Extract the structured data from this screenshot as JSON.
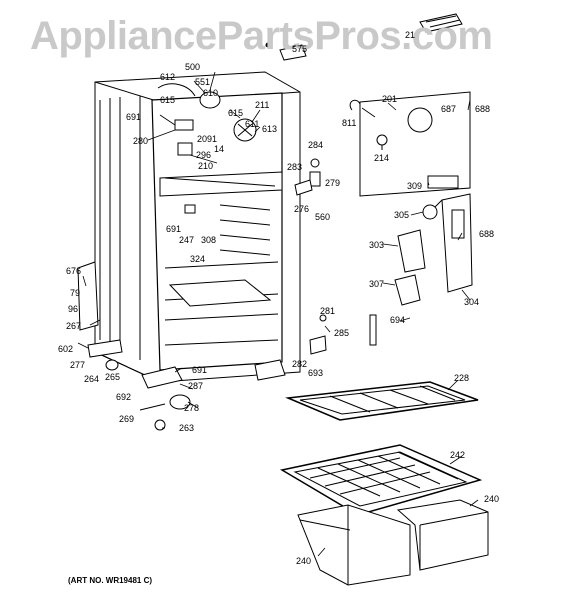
{
  "watermark": "AppliancePartsPros.com",
  "art_number": "(ART NO. WR19481 C)",
  "part_numbers": {
    "p500": "500",
    "p612": "612",
    "p551": "551",
    "p610": "610",
    "p615a": "615",
    "p615b": "615",
    "p611": "611",
    "p613": "613",
    "p211": "211",
    "p691a": "691",
    "p280": "280",
    "p2091": "2091",
    "p14": "14",
    "p296": "296",
    "p210": "210",
    "p284": "284",
    "p283": "283",
    "p279": "279",
    "p276": "276",
    "p560": "560",
    "p811": "811",
    "p201": "201",
    "p687": "687",
    "p688a": "688",
    "p214": "214",
    "p309": "309",
    "p305": "305",
    "p688b": "688",
    "p303": "303",
    "p307": "307",
    "p304": "304",
    "p691b": "691",
    "p247": "247",
    "p308": "308",
    "p324": "324",
    "p676": "676",
    "p79": "79",
    "p96": "96",
    "p267": "267",
    "p602": "602",
    "p277": "277",
    "p264": "264",
    "p265": "265",
    "p691c": "691",
    "p287": "287",
    "p692": "692",
    "p278": "278",
    "p269": "269",
    "p263": "263",
    "p281": "281",
    "p285": "285",
    "p694": "694",
    "p282": "282",
    "p693": "693",
    "p228": "228",
    "p242": "242",
    "p240a": "240",
    "p240b": "240",
    "p21": "21",
    "p575": "575"
  }
}
